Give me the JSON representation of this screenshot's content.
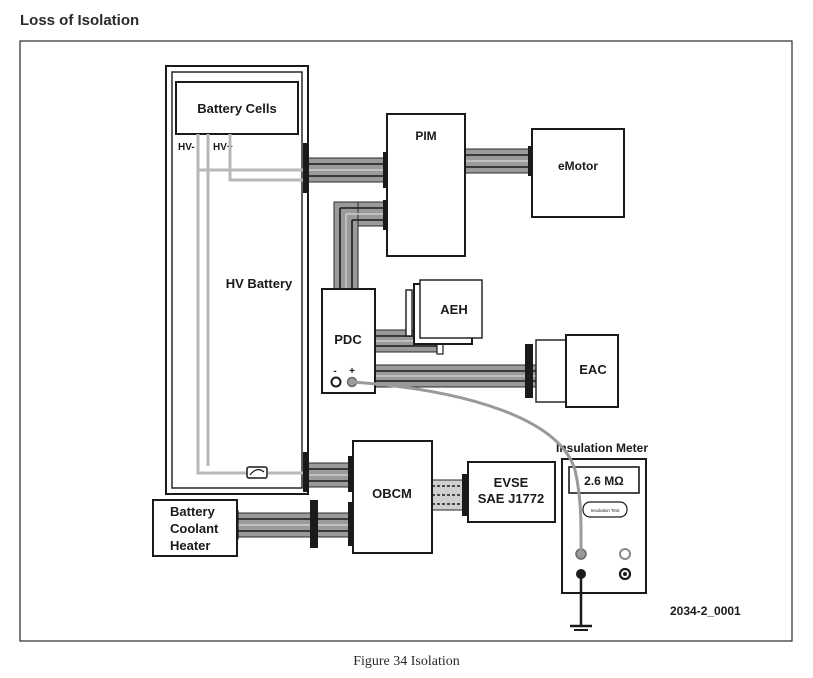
{
  "page_heading": "Loss of Isolation",
  "caption": "Figure 34  Isolation",
  "figure_id": "2034-2_0001",
  "components": {
    "battery_cells": "Battery Cells",
    "hv_minus": "HV-",
    "hv_plus": "HV+",
    "hv_battery": "HV Battery",
    "pim": "PIM",
    "emotor": "eMotor",
    "pdc": "PDC",
    "aeh": "AEH",
    "eac": "EAC",
    "obcm": "OBCM",
    "evse_line1": "EVSE",
    "evse_line2": "SAE J1772",
    "coolant_line1": "Battery",
    "coolant_line2": "Coolant",
    "coolant_line3": "Heater",
    "pdc_minus": "-",
    "pdc_plus": "+"
  },
  "insulation_meter": {
    "title": "Insulation Meter",
    "reading": "2.6 MΩ",
    "test_button": "Insulation Test"
  },
  "colors": {
    "cable_gray": "#9a9a9a",
    "wire_light_gray": "#b8b8b8",
    "outline": "#1a1a1a"
  }
}
